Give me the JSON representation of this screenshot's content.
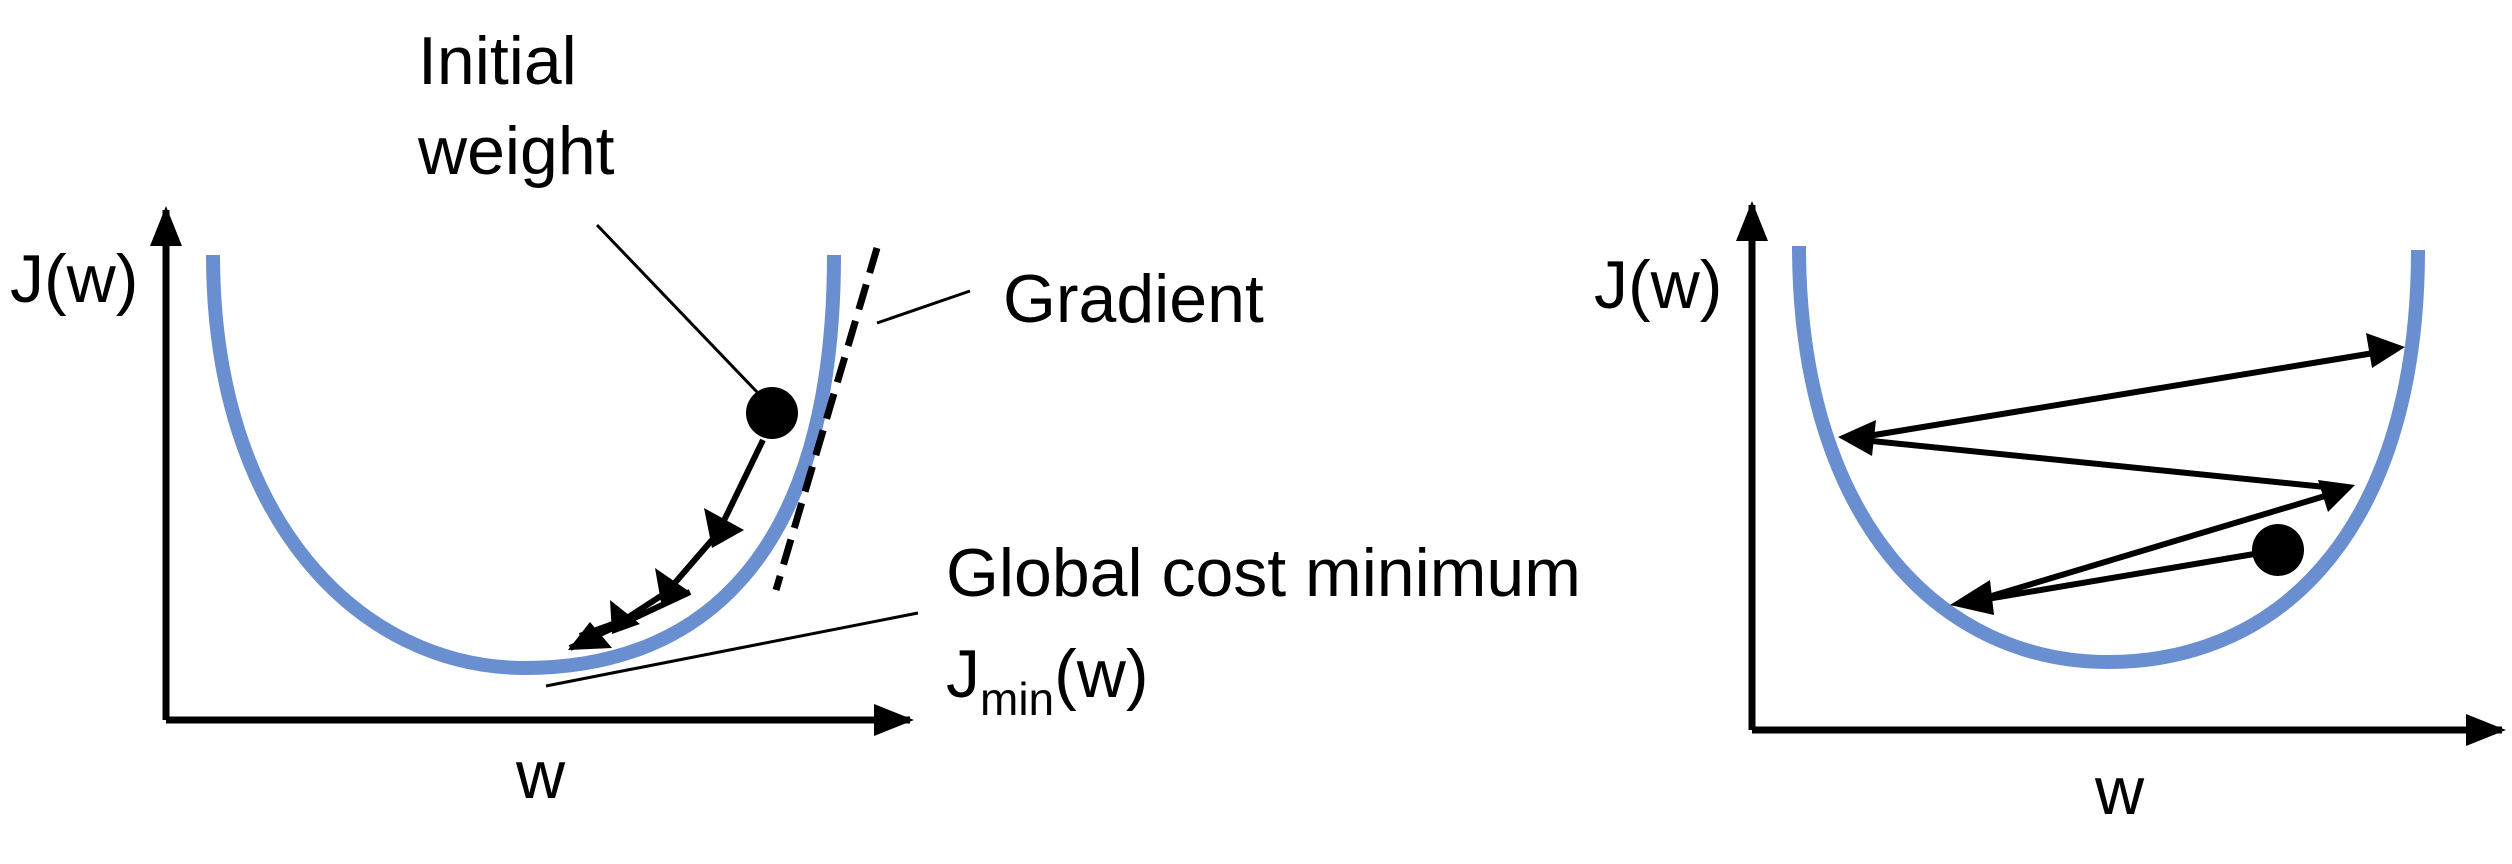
{
  "colors": {
    "curve": "#6a8fd1",
    "ink": "#000000",
    "background": "#ffffff"
  },
  "left_diagram": {
    "y_axis_label": "J(w)",
    "x_axis_label": "w",
    "initial_weight_label_line1": "Initial",
    "initial_weight_label_line2": "weight",
    "gradient_label": "Gradient",
    "global_min_label": "Global cost minimum",
    "jmin_label_main": "J",
    "jmin_label_sub": "min",
    "jmin_label_tail": "(w)"
  },
  "right_diagram": {
    "y_axis_label": "J(w)",
    "x_axis_label": "w"
  },
  "icons": {
    "ball": "filled-circle",
    "arrow": "arrowhead"
  }
}
